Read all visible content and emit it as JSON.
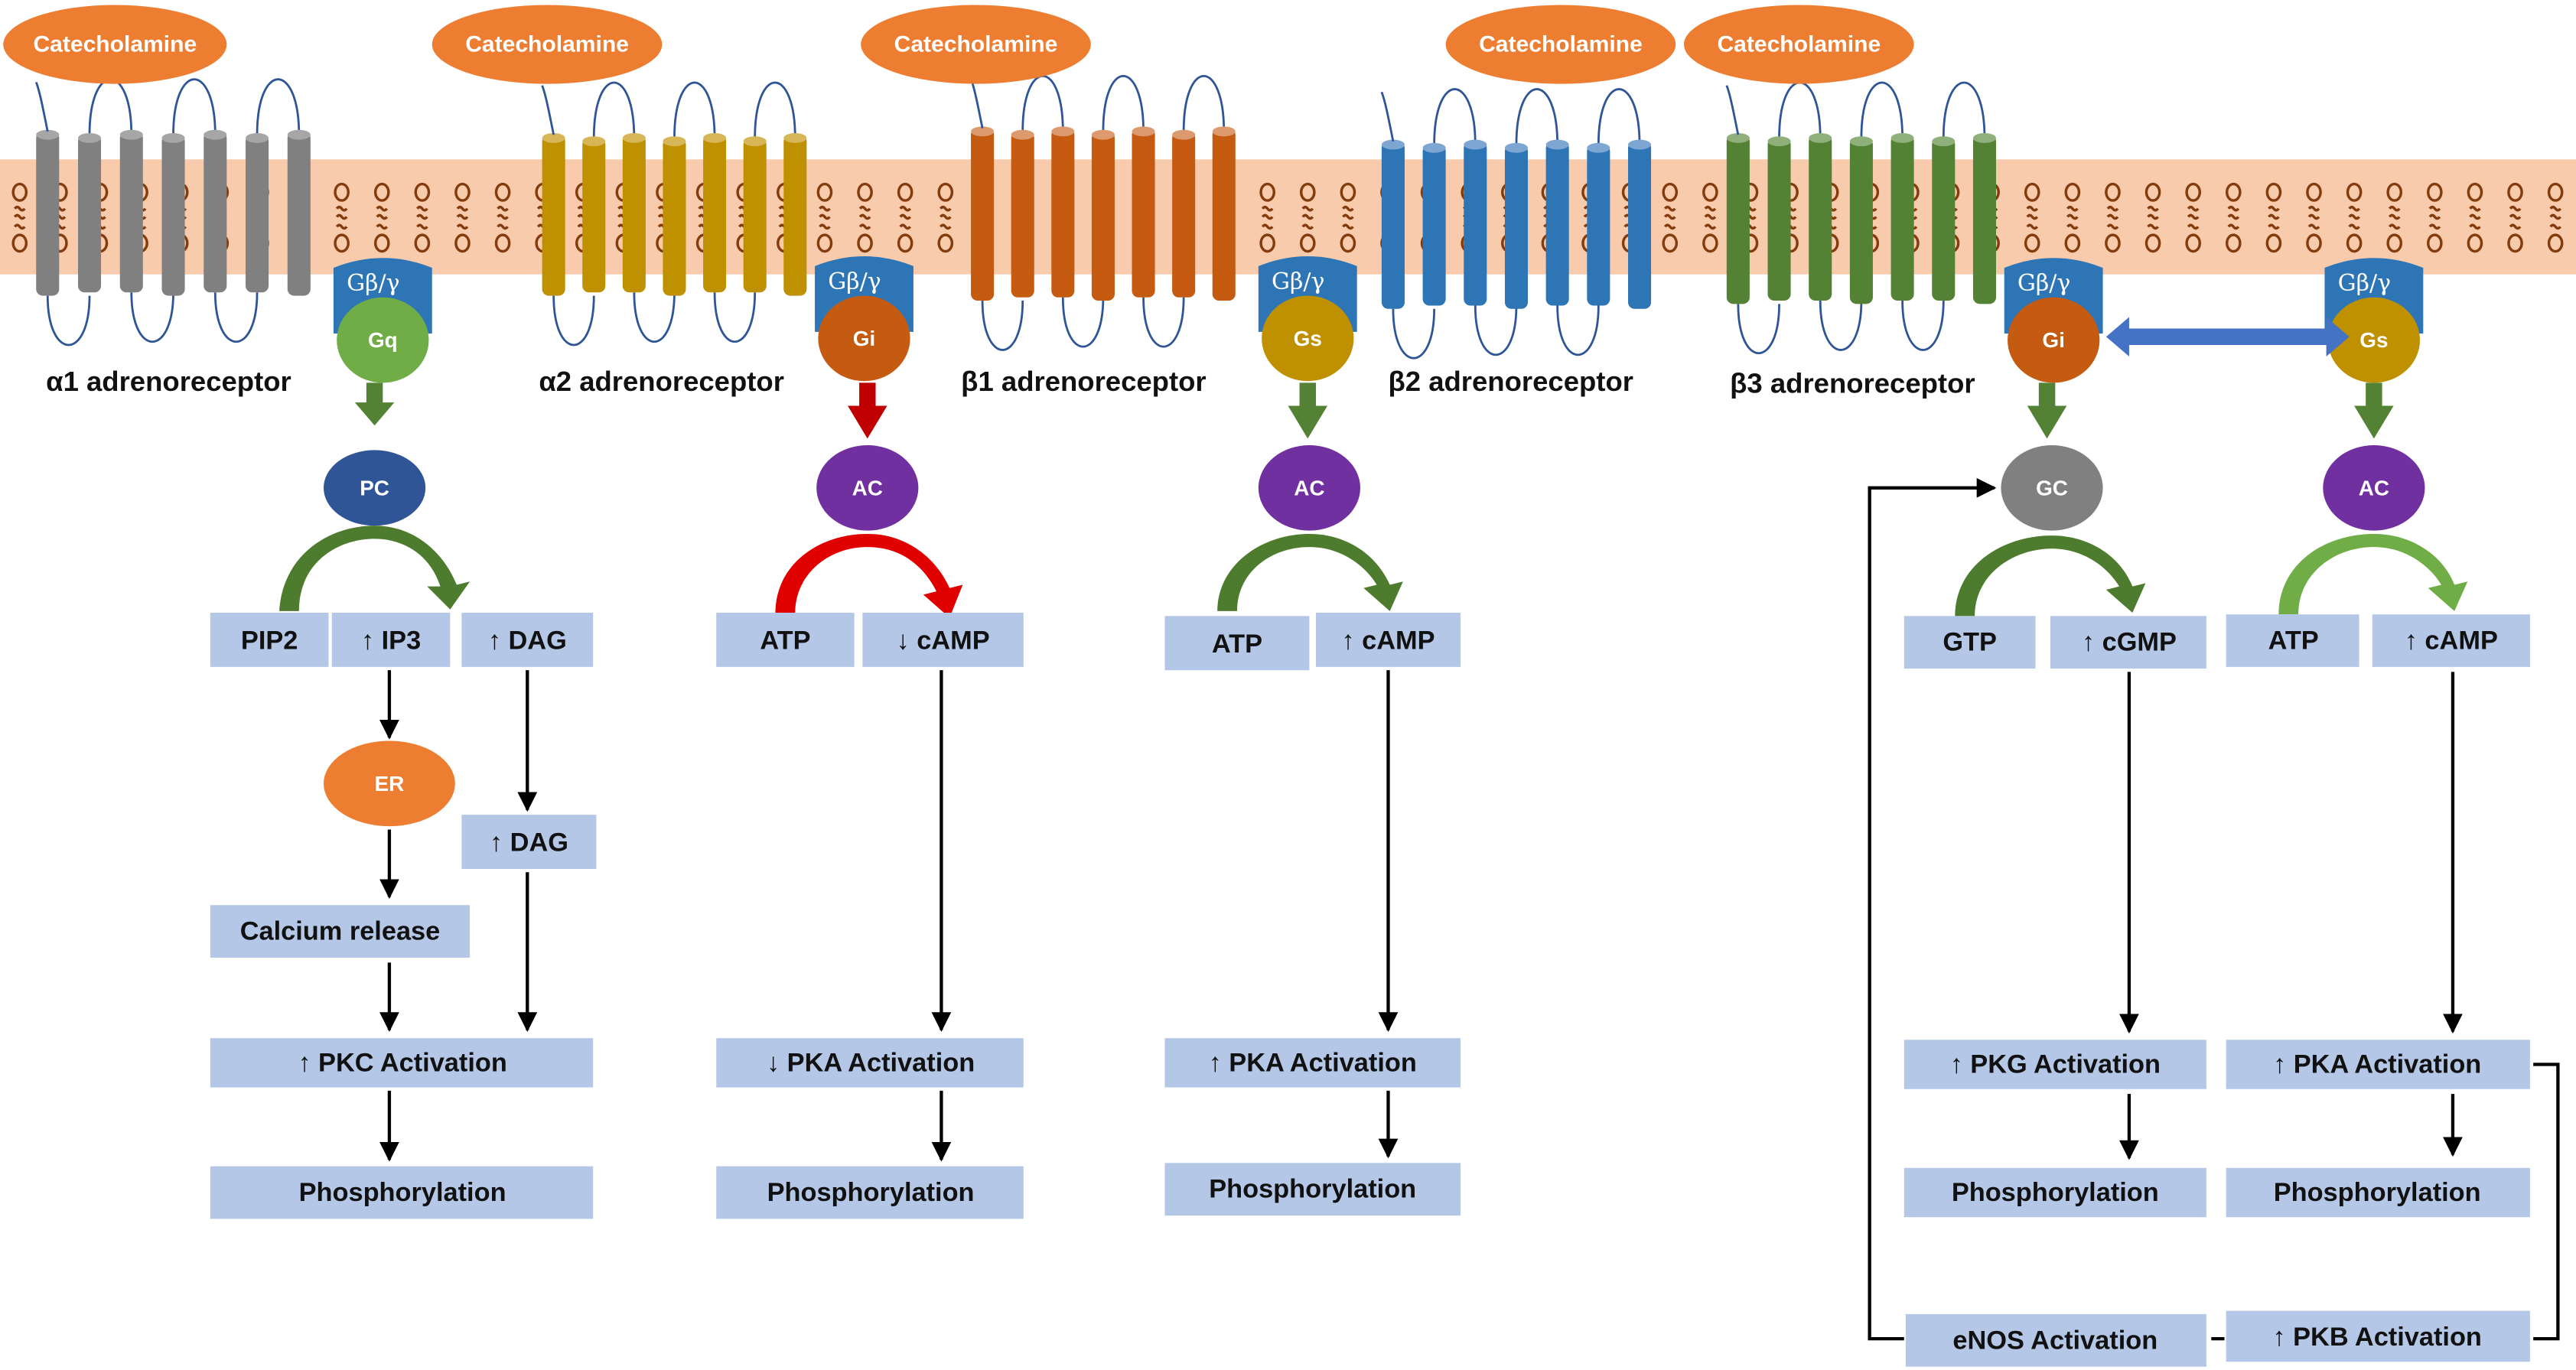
{
  "ligand": "Catecholamine",
  "g_beta_gamma": "Gβ/γ",
  "receptors": [
    {
      "name": "α1 adrenoreceptor",
      "color": "#808080",
      "g_protein": "Gq",
      "g_color": "#70ad47"
    },
    {
      "name": "α2 adrenoreceptor",
      "color": "#bf9000",
      "g_protein": "Gi",
      "g_color": "#c55a11"
    },
    {
      "name": "β1 adrenoreceptor",
      "color": "#c55a11",
      "g_protein": "Gs",
      "g_color": "#bf9000"
    },
    {
      "name": "β2 adrenoreceptor",
      "color": "#2e75b6",
      "g_protein": null,
      "g_color": null
    },
    {
      "name": "β3 adrenoreceptor",
      "color": "#548235",
      "g_protein": "Gi",
      "g_color": "#c55a11",
      "g_protein_2": "Gs",
      "g_color_2": "#bf9000"
    }
  ],
  "alpha1": {
    "effector": "PC",
    "substrate": "PIP2",
    "products": [
      "↑ IP3",
      "↑ DAG"
    ],
    "er": "ER",
    "dag2": "↑ DAG",
    "calcium": "Calcium release",
    "kinase": "↑ PKC Activation",
    "result": "Phosphorylation"
  },
  "alpha2": {
    "effector": "AC",
    "substrate": "ATP",
    "product": "↓ cAMP",
    "kinase": "↓ PKA Activation",
    "result": "Phosphorylation"
  },
  "beta12": {
    "effector": "AC",
    "substrate": "ATP",
    "product": "↑ cAMP",
    "kinase": "↑ PKA Activation",
    "result": "Phosphorylation"
  },
  "beta3": {
    "left": {
      "effector": "GC",
      "substrate": "GTP",
      "product": "↑ cGMP",
      "kinase": "↑ PKG Activation",
      "result": "Phosphorylation",
      "enos": "eNOS Activation"
    },
    "right": {
      "effector": "AC",
      "substrate": "ATP",
      "product": "↑ cAMP",
      "kinase": "↑ PKA Activation",
      "result": "Phosphorylation",
      "pkb": "↑ PKB Activation"
    }
  },
  "colors": {
    "membrane": "#f8cbad",
    "lipid": "#843c0c",
    "ligand": "#ed7d31",
    "box": "#b4c7e7",
    "pc": "#2f5597",
    "ac": "#7030a0",
    "gc": "#808080",
    "gbg": "#2e75b6",
    "activate_arrow": "#548235",
    "inhibit_arrow": "#c00000",
    "crosstalk_arrow": "#4472c4"
  }
}
